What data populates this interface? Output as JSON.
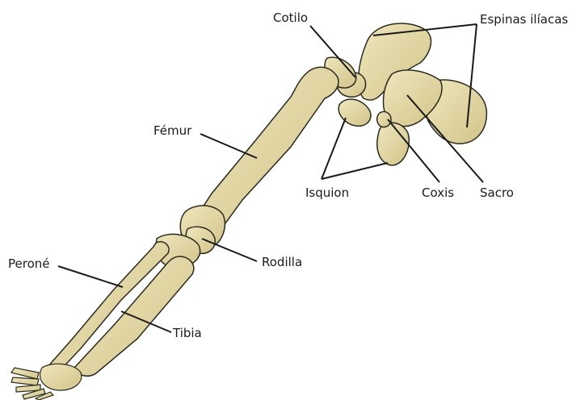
{
  "labels": {
    "cotilo": "Cotilo",
    "espinas": "Espinas ilíacas",
    "femur": "Fémur",
    "isquion": "Isquion",
    "coxis": "Coxis",
    "sacro": "Sacro",
    "perone": "Peroné",
    "rodilla": "Rodilla",
    "tibia": "Tibia"
  },
  "colors": {
    "bone": "#e6dcaa",
    "bone_shadow": "#c8b978",
    "outline": "#2a2a1e",
    "leader": "#1a1a1a"
  }
}
